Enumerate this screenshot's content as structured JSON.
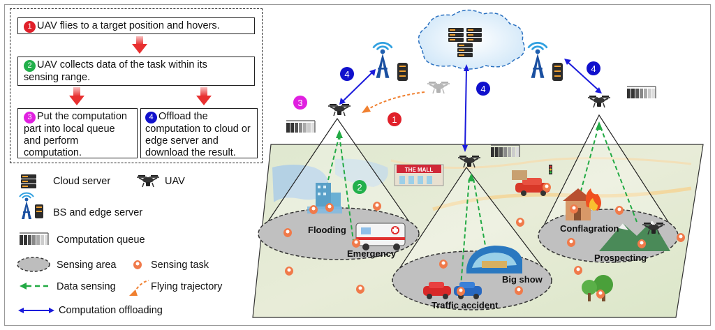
{
  "colors": {
    "step1": "#e0202a",
    "step2": "#22b04b",
    "step3": "#e020e0",
    "step4": "#1010cc",
    "arrow_red": "#e84040",
    "offload_blue": "#1a1adb",
    "sensing_green": "#22aa44",
    "trajectory_orange": "#f08030",
    "pin": "#f07a4a"
  },
  "steps": {
    "s1": {
      "num": "1",
      "text": "UAV flies to a target position and hovers."
    },
    "s2": {
      "num": "2",
      "line1": "UAV collects data of the task within its",
      "line2": "sensing range."
    },
    "s3": {
      "num": "3",
      "line1": "Put the computation",
      "line2": "part into local queue",
      "line3": "and perform",
      "line4": "computation."
    },
    "s4": {
      "num": "4",
      "line1": "Offload the",
      "line2": "computation to cloud or",
      "line3": "edge server and",
      "line4": "download the result."
    }
  },
  "legend": {
    "cloud_server": "Cloud server",
    "uav": "UAV",
    "bs_edge": "BS and edge server",
    "queue": "Computation queue",
    "sensing_area": "Sensing area",
    "sensing_task": "Sensing task",
    "data_sensing": "Data sensing",
    "flying_trajectory": "Flying trajectory",
    "offloading": "Computation offloading"
  },
  "scene": {
    "flooding": "Flooding",
    "emergency": "Emergency",
    "mall": "THE MALL",
    "big_show": "Big show",
    "traffic_accident": "Traffic accident",
    "conflagration": "Conflagration",
    "prospecting": "Prospecting",
    "badge1": "1",
    "badge2": "2",
    "badge3": "3",
    "badge4": "4"
  },
  "icons": [
    "cloud-server-icon",
    "uav-icon",
    "base-station-icon",
    "edge-server-icon",
    "queue-icon",
    "location-pin-icon",
    "ambulance-icon",
    "car-icon",
    "fire-icon",
    "mountain-icon",
    "stadium-icon",
    "tree-icon",
    "mall-icon"
  ]
}
